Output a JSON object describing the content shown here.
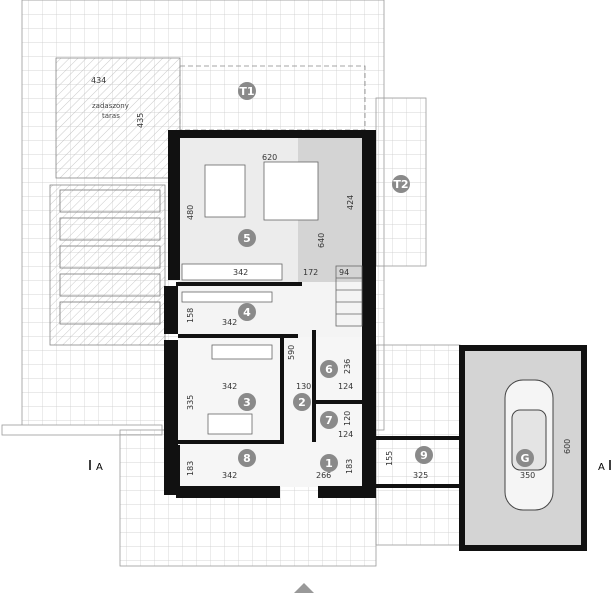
{
  "rooms": [
    {
      "id": "T1",
      "name": "T1"
    },
    {
      "id": "T2",
      "name": "T2"
    },
    {
      "id": "5",
      "name": "5"
    },
    {
      "id": "4",
      "name": "4"
    },
    {
      "id": "3",
      "name": "3"
    },
    {
      "id": "2",
      "name": "2"
    },
    {
      "id": "6",
      "name": "6"
    },
    {
      "id": "7",
      "name": "7"
    },
    {
      "id": "1",
      "name": "1"
    },
    {
      "id": "8",
      "name": "8"
    },
    {
      "id": "9",
      "name": "9"
    },
    {
      "id": "G",
      "name": "G"
    }
  ],
  "dimensions": {
    "terrace_width": "434",
    "terrace_depth": "435",
    "living_width": "620",
    "dining_height": "480",
    "living_height": "640",
    "living_right_height": "424",
    "kitchen_width": "342",
    "hall_width": "172",
    "stair_width": "94",
    "room4_width": "342",
    "room4_height": "158",
    "corridor_height": "590",
    "room3_width": "342",
    "room3_height": "335",
    "room2_width": "130",
    "room6_width": "124",
    "room6_height": "236",
    "room7_width": "124",
    "room7_height": "120",
    "room8_width": "342",
    "room8_height": "183",
    "room1_width": "266",
    "room1_height": "183",
    "room9_height": "155",
    "room9_width": "325",
    "garage_width": "350",
    "garage_height": "600"
  },
  "labels": {
    "covered_terrace_line1": "zadaszony",
    "covered_terrace_line2": "taras"
  },
  "section": {
    "left": "A",
    "right": "A"
  },
  "colors": {
    "badge": "#8a8a8a",
    "wall": "#111111",
    "grid": "#c9c9c9",
    "floor": "#d4d4d4",
    "garage_floor": "#d4d4d4"
  }
}
